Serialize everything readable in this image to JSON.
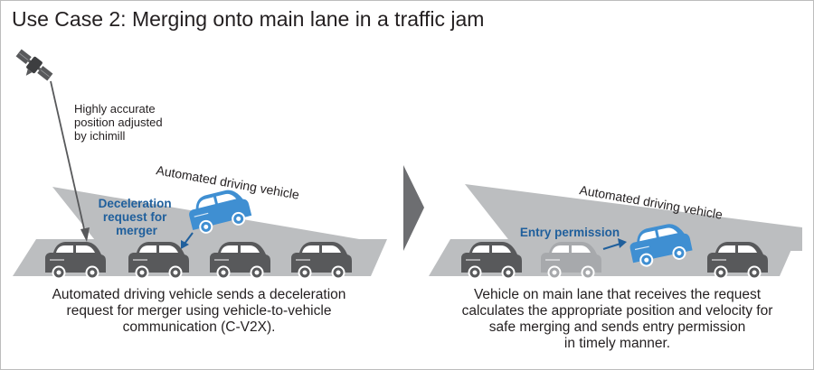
{
  "title": "Use Case 2: Merging onto main lane in a traffic jam",
  "left_panel": {
    "satellite_note": [
      "Highly accurate",
      "position adjusted",
      "by ichimill"
    ],
    "lane_label": "Automated driving vehicle",
    "request_label": [
      "Deceleration",
      "request for",
      "merger"
    ],
    "caption": [
      "Automated driving vehicle sends a deceleration",
      "request for merger using vehicle-to-vehicle",
      "communication (C-V2X)."
    ]
  },
  "right_panel": {
    "lane_label": "Automated driving vehicle",
    "permission_label": "Entry permission",
    "caption": [
      "Vehicle on main lane that receives the request",
      "calculates the appropriate position and velocity for",
      "safe merging and sends entry permission",
      "in timely manner."
    ]
  },
  "colors": {
    "road": "#bcbec0",
    "car_dark": "#58595b",
    "car_gray": "#a7a9ac",
    "car_blue": "#3f8fd2",
    "accent_blue": "#1f5f9c",
    "arrow_gray": "#58595b"
  }
}
